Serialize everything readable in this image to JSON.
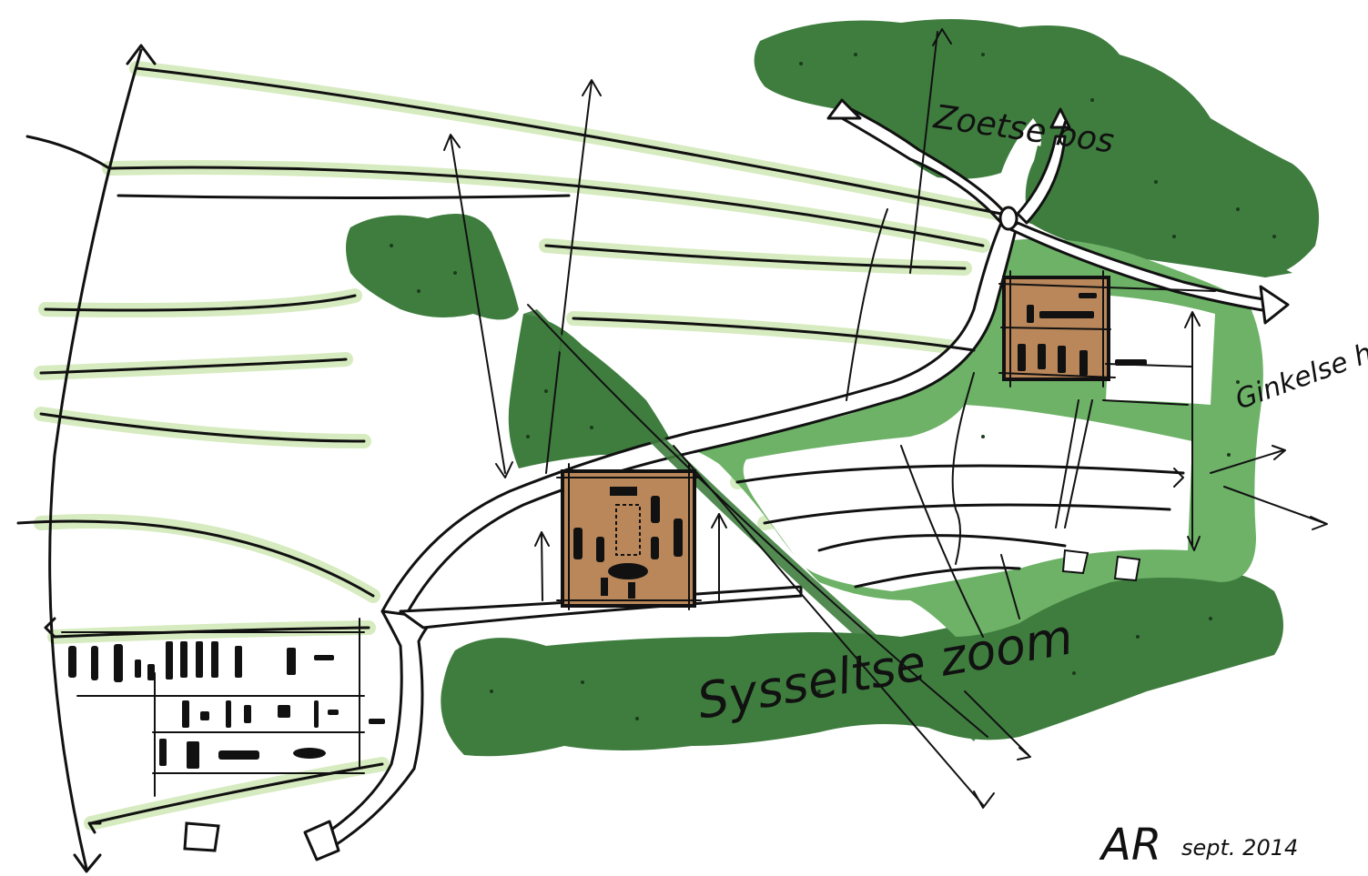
{
  "labels": {
    "north_forest": "Zoetse bos",
    "south_edge": "Sysseltse zoom",
    "east_heath": "Ginkelse hei",
    "signature": "AR",
    "date": "sept. 2014"
  },
  "colors": {
    "forest": "#3f7d3f",
    "meadow": "#6db267",
    "building": "#b9875a",
    "field_glow": "#cfe8b4",
    "ink": "#111111"
  }
}
